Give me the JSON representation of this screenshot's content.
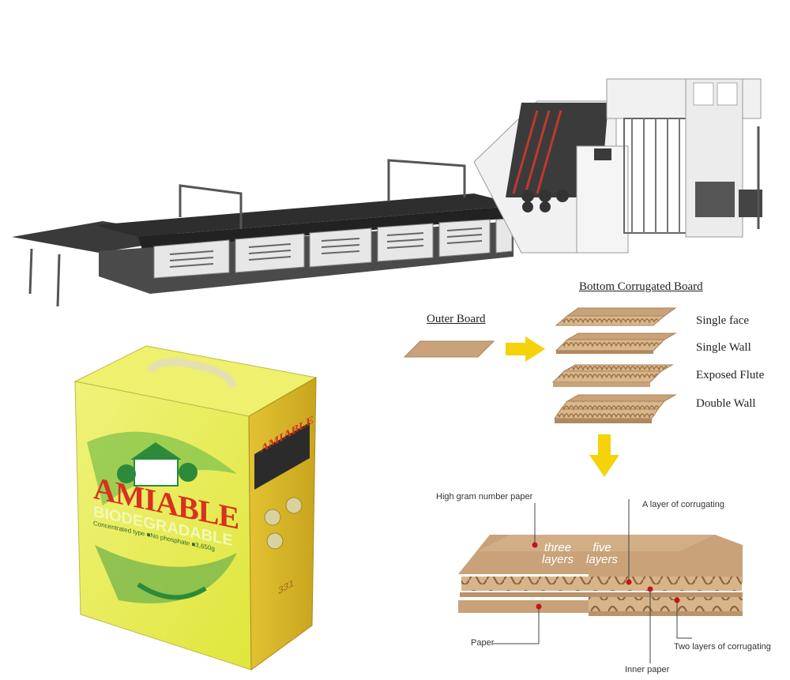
{
  "board_diagram": {
    "outer_board_label": "Outer Board",
    "bottom_board_label": "Bottom Corrugated Board",
    "types": [
      "Single face",
      "Single Wall",
      "Exposed Flute",
      "Double Wall"
    ]
  },
  "layer_diagram": {
    "high_gram_label": "High gram number paper",
    "corrugating_layer_label": "A layer of corrugating",
    "three_layers_text": [
      "three",
      "layers"
    ],
    "five_layers_text": [
      "five",
      "layers"
    ],
    "paper_label": "Paper",
    "two_layers_label": "Two layers of corrugating",
    "inner_paper_label": "Inner paper"
  },
  "product_box": {
    "brand": "AMIABLE",
    "subtitle": "BIODEGRADABLE",
    "side_brand": "AMIABLE",
    "line1": "Concentrated type ■No phosphate ■3,650g",
    "side_number": "331"
  },
  "colors": {
    "kraft": "#c9a27a",
    "kraft_dark": "#a8815a",
    "arrow": "#f5d20a",
    "marker": "#c0151c",
    "box_yellow": "#e8ec4a",
    "brand_red": "#d8311f"
  }
}
